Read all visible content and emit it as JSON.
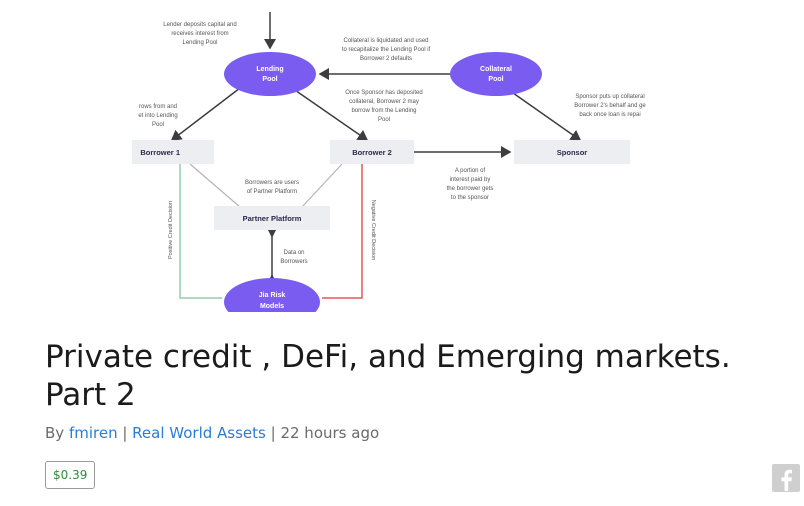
{
  "post": {
    "title": "Private credit , DeFi, and Emerging markets. Part 2",
    "byline_prefix": "By ",
    "author": "fmiren",
    "separator": " | ",
    "community": "Real World Assets",
    "timestamp": "22 hours ago",
    "payout": "$0.39"
  },
  "diagram": {
    "nodes": {
      "lending_pool": [
        "Lending",
        "Pool"
      ],
      "collateral_pool": [
        "Collateral",
        "Pool"
      ],
      "jia_risk_models": [
        "Jia Risk",
        "Models"
      ],
      "borrower_1": "Borrower 1",
      "borrower_2": "Borrower 2",
      "sponsor": "Sponsor",
      "partner_platform": "Partner Platform"
    },
    "notes": {
      "lender": [
        "Lender deposits capital and",
        "receives interest from",
        "Lending Pool"
      ],
      "collateral_liquidated": [
        "Collateral is liquidated and used",
        "to recapitalize the Lending Pool if",
        "Borrower 2 defaults"
      ],
      "sponsor_deposit": [
        "Once Sponsor has deposited",
        "collateral, Borrower 2 may",
        "borrow from the Lending",
        "Pool"
      ],
      "sponsor_puts_up": [
        "Sponsor puts up collateral",
        "Borrower 2's behalf and ge",
        "back once loan is repai"
      ],
      "borrows_from": [
        "rows from and",
        "et into Lending",
        "Pool"
      ],
      "borrowers_users": [
        "Borrowers are users",
        "of Partner Platform"
      ],
      "interest_share": [
        "A portion of",
        "interest paid by",
        "the borrower gets",
        "to the sponsor"
      ],
      "data_on": [
        "Data on",
        "Borrowers"
      ],
      "positive": "Positive Credit Decision",
      "negative": "Negative Credit Decision"
    },
    "colors": {
      "ellipse": "#7b5cf0",
      "box": "#eceef2",
      "arrow": "#3d3d3d",
      "positive_line": "#8fd1a8",
      "negative_line": "#e25a5a"
    }
  },
  "icons": {
    "facebook": "facebook-icon"
  }
}
